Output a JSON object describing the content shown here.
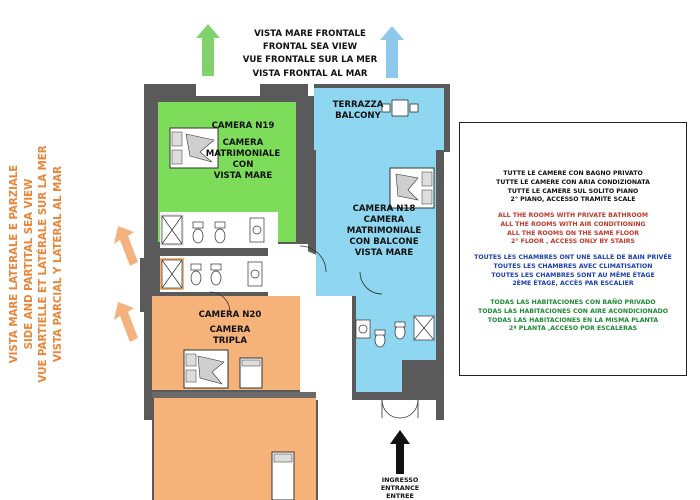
{
  "top_labels": [
    "VISTA MARE FRONTALE",
    "FRONTAL SEA VIEW",
    "VUE FRONTALE SUR LA MER",
    "VISTA FRONTAL AL MAR"
  ],
  "side_labels": [
    "VISTA MARE LATERALE E PARZIALE",
    "SIDE AND PARTITAL SEA VIEW",
    "VUE PARTIELLE ET LATÉRALE SUR LA MER",
    "VISTA PARCIAL Y LATERAL AL MAR"
  ],
  "rooms": {
    "terrace": [
      "TERRAZZA",
      "BALCONY"
    ],
    "n19": [
      "CAMERA N19",
      "",
      "CAMERA",
      "MATRIMONIALE",
      "CON",
      "VISTA MARE"
    ],
    "n18": [
      "CAMERA N18",
      "CAMERA",
      "MATRIMONIALE",
      "CON BALCONE",
      "VISTA MARE"
    ],
    "n20": [
      "CAMERA N20",
      "",
      "CAMERA",
      "TRIPLA"
    ]
  },
  "entrance": [
    "INGRESSO",
    "ENTRANCE",
    "ENTREE"
  ],
  "info": {
    "italian": [
      "TUTTE LE CAMERE CON BAGNO PRIVATO",
      "TUTTE LE CAMERE CON ARIA CONDIZIONATA",
      "TUTTE LE CAMERE SUL SOLITO PIANO",
      "2° PIANO, ACCESSO TRAMITE SCALE"
    ],
    "english": [
      "ALL THE ROOMS WITH PRIVATE BATHROOM",
      "ALL THE ROOMS WITH AIR CONDITIONING",
      "ALL THE ROOMS ON THE SAME FLOOR",
      "2° FLOOR , ACCESS ONLY BY STAIRS"
    ],
    "french": [
      "TOUTES LES CHAMBRES ONT UNE SALLE DE BAIN PRIVÉE",
      "TOUTES LES CHAMBRES AVEC CLIMATISATION",
      "TOUTES LES CHAMBRES SONT AU MÊME ÉTAGE",
      "2ÈME ÉTAGE, ACCÈS PAR ESCALIER"
    ],
    "spanish": [
      "TODAS LAS HABITACIONES CON BAÑO PRIVADO",
      "TODAS LAS HABITACIONES CON AIRE ACONDICIONADO",
      "TODAS LAS HABITACIONES EN LA MISMA PLANTA",
      "2ª PLANTA ,ACCESO POR ESCALERAS"
    ]
  },
  "colors": {
    "room_n19": "#7ddc5a",
    "room_n18": "#8fd6f0",
    "room_n20": "#f5b37a",
    "wall": "#5a5a5a",
    "english_text": "#c0392b",
    "french_text": "#1a3fb0",
    "spanish_text": "#1e8a36",
    "arrow_green": "#7fd36a",
    "arrow_blue": "#8fc8ec",
    "arrow_orange": "#f3b27e",
    "warning": "#d01818"
  },
  "icons": [
    "warning-icon",
    "arrow-up-icon",
    "bed-icon",
    "toilet-icon",
    "sink-icon",
    "shower-icon",
    "table-icon"
  ]
}
